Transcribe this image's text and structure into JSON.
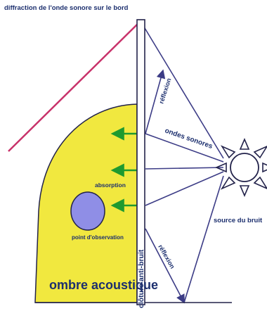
{
  "diagram": {
    "title": "diffraction de l'onde sonore sur le bord",
    "labels": {
      "reflection_top": "réflexion",
      "reflection_bottom": "réflexion",
      "sound_waves": "ondes sonores",
      "absorption": "absorption",
      "observation_point": "point d'observation",
      "acoustic_shadow": "ombre acoustique",
      "noise_barrier": "clôture anti-bruit",
      "noise_source": "source du bruit"
    },
    "colors": {
      "shadow_fill": "#f1e83f",
      "observer_fill": "#8f8ee6",
      "ray": "#3c3c86",
      "diffraction_ray": "#c8326a",
      "absorption_arrow": "#1f9a2f",
      "text": "#1c2f6e"
    }
  }
}
